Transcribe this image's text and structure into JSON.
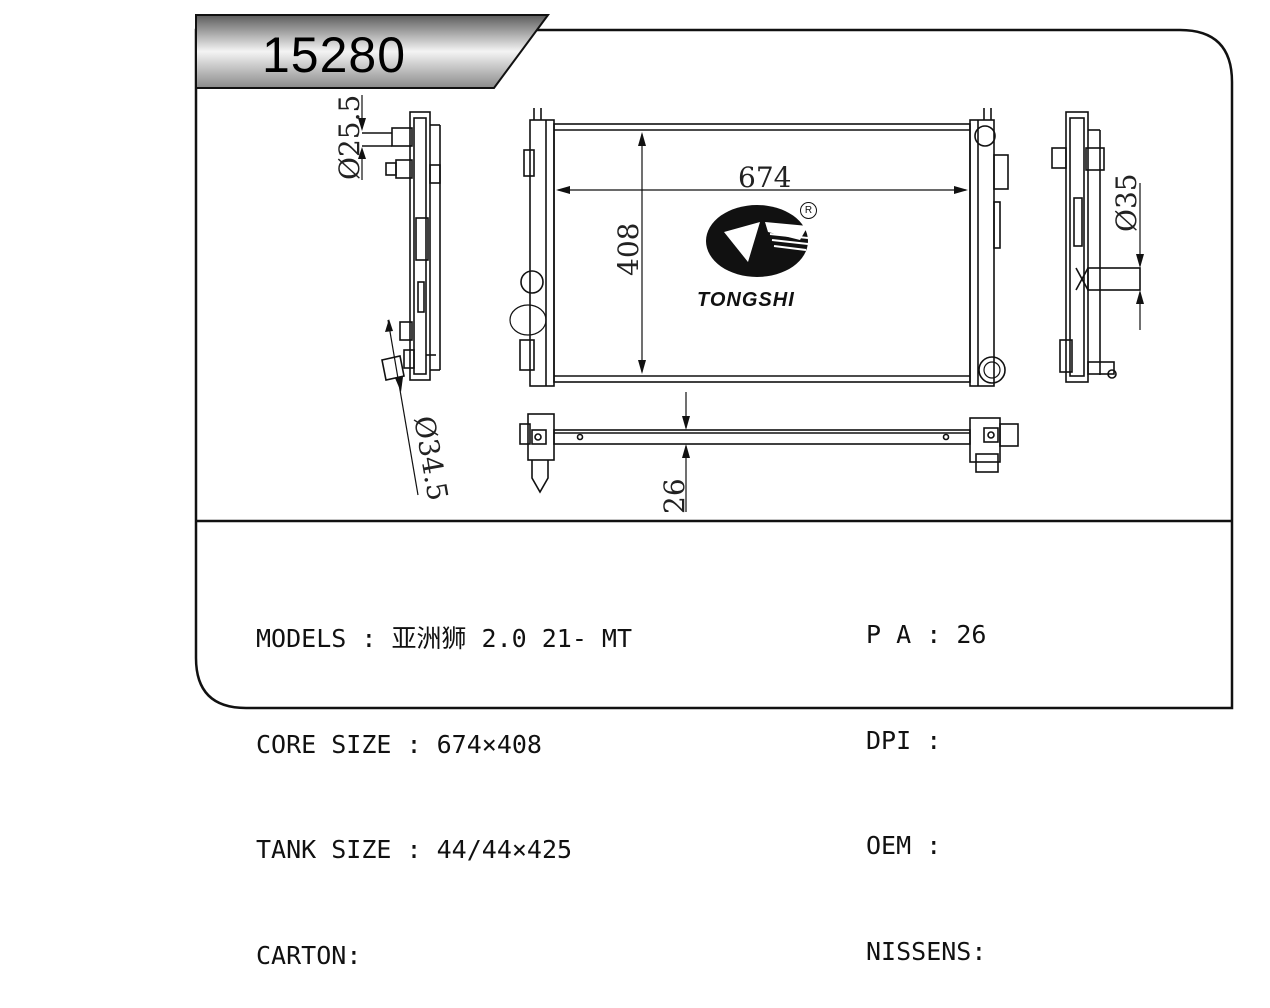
{
  "header": {
    "part_number": "15280"
  },
  "dimensions": {
    "core_width": "674",
    "core_height": "408",
    "inlet_diameter": "Ø25.5",
    "outlet_diameter": "Ø34.5",
    "side_diameter": "Ø35",
    "core_thickness": "26"
  },
  "brand": {
    "name": "TONGSHI",
    "registered": "R"
  },
  "specs_left": [
    {
      "label": "MODELS",
      "sep": " : ",
      "value": "亚洲狮 2.0 21- MT"
    },
    {
      "label": "CORE SIZE",
      "sep": " : ",
      "value": "674×408"
    },
    {
      "label": "TANK SIZE",
      "sep": " : ",
      "value": "44/44×425"
    },
    {
      "label": "CARTON",
      "sep": ":",
      "value": ""
    }
  ],
  "specs_right": [
    {
      "label": "P A",
      "sep": " : ",
      "value": "26"
    },
    {
      "label": "DPI",
      "sep": " : ",
      "value": ""
    },
    {
      "label": "OEM",
      "sep": " : ",
      "value": ""
    },
    {
      "label": "NISSENS",
      "sep": ":",
      "value": ""
    }
  ],
  "colors": {
    "line": "#111111",
    "header_gradient_dark": "#6e6e6e",
    "header_gradient_light": "#f2f2f2"
  }
}
